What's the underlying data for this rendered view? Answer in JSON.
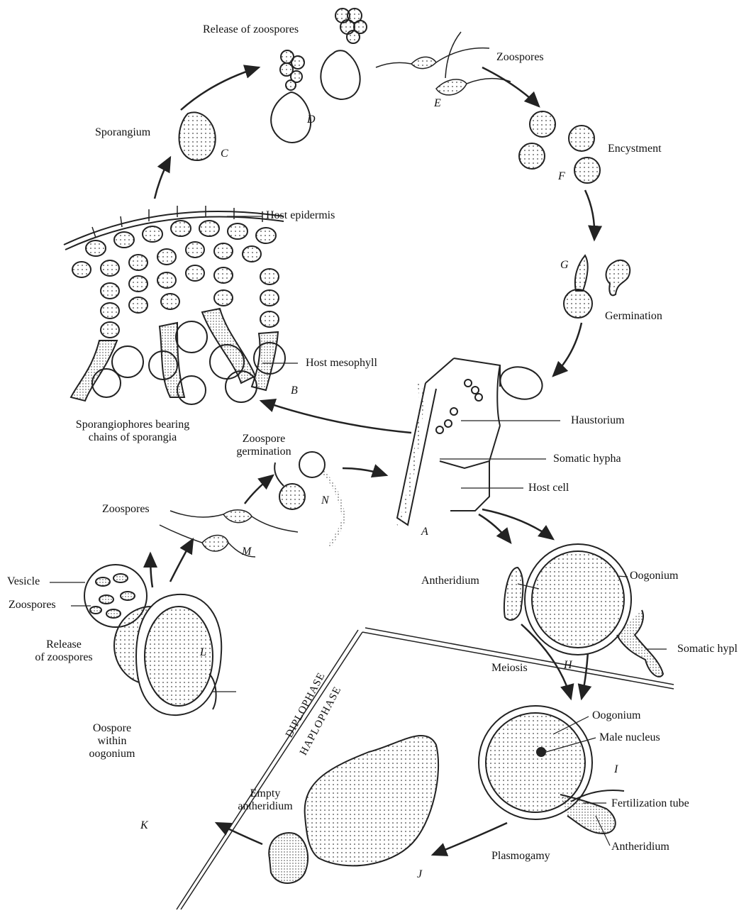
{
  "labels": {
    "release_top": "Release of zoospores",
    "zoospores_top": "Zoospores",
    "sporangium": "Sporangium",
    "encystment": "Encystment",
    "host_epidermis": "Host epidermis",
    "germination": "Germination",
    "host_mesophyll": "Host mesophyll",
    "sporangiophores_1": "Sporangiophores bearing",
    "sporangiophores_2": "chains of sporangia",
    "haustorium": "Haustorium",
    "zoospore_germination_1": "Zoospore",
    "zoospore_germination_2": "germination",
    "somatic_hypha": "Somatic hypha",
    "host_cell": "Host cell",
    "zoospores_mid": "Zoospores",
    "vesicle": "Vesicle",
    "zoospores_left": "Zoospores",
    "antheridium_h": "Antheridium",
    "oogonium_h": "Oogonium",
    "release_left_1": "Release",
    "release_left_2": "of zoospores",
    "somatic_hypha_right": "Somatic hypl",
    "meiosis": "Meiosis",
    "diplophase": "DIPLOPHASE",
    "haplophase": "HAPLOPHASE",
    "oospore_1": "Oospore",
    "oospore_2": "within",
    "oospore_3": "oogonium",
    "oogonium_i": "Oogonium",
    "male_nucleus": "Male nucleus",
    "empty_antheridium_1": "Empty",
    "empty_antheridium_2": "antheridium",
    "fertilization_tube": "Fertilization tube",
    "antheridium_i": "Antheridium",
    "plasmogamy": "Plasmogamy"
  },
  "stage_letters": {
    "a": "A",
    "b": "B",
    "c": "C",
    "d": "D",
    "e": "E",
    "f": "F",
    "g": "G",
    "h": "H",
    "i": "I",
    "j": "J",
    "k": "K",
    "l": "L",
    "m": "M",
    "n": "N"
  }
}
